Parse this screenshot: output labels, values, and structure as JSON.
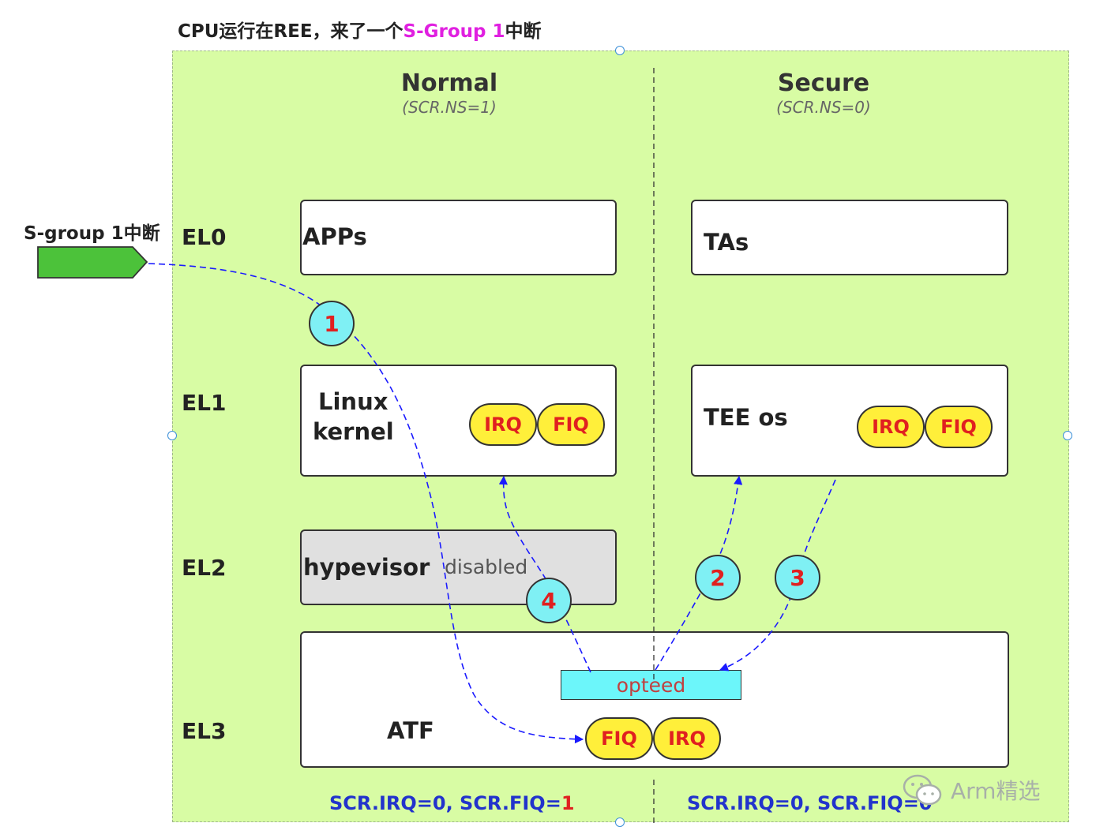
{
  "title": {
    "prefix": "CPU运行在REE，来了一个",
    "accent": "S-Group 1",
    "suffix": "中断"
  },
  "columns": {
    "normal": {
      "label": "Normal",
      "sub": "(SCR.NS=1)"
    },
    "secure": {
      "label": "Secure",
      "sub": "(SCR.NS=0)"
    }
  },
  "levels": {
    "el0": "EL0",
    "el1": "EL1",
    "el2": "EL2",
    "el3": "EL3"
  },
  "boxes": {
    "apps": "APPs",
    "tas": "TAs",
    "linux_kernel_line1": "Linux",
    "linux_kernel_line2": "kernel",
    "tee_os": "TEE os",
    "hypervisor": "hypevisor",
    "hypervisor_status": "disabled",
    "atf": "ATF",
    "opteed": "opteed"
  },
  "pills": {
    "kernel_irq": "IRQ",
    "kernel_fiq": "FIQ",
    "tee_irq": "IRQ",
    "tee_fiq": "FIQ",
    "atf_fiq": "FIQ",
    "atf_irq": "IRQ"
  },
  "steps": {
    "s1": "1",
    "s2": "2",
    "s3": "3",
    "s4": "4"
  },
  "interrupt_source": {
    "label": "S-group 1中断"
  },
  "scr": {
    "normal_prefix": "SCR.IRQ=0,  SCR.FIQ=",
    "normal_fiq_value": "1",
    "secure": "SCR.IRQ=0,  SCR.FIQ=0"
  },
  "watermark": "Arm精选",
  "colors": {
    "panel_bg": "#d8fca4",
    "pill_bg": "#ffef3a",
    "step_bg": "#7ff0f4",
    "arrow": "#1a1aff",
    "accent": "#e020e0",
    "scr_text": "#2233cc"
  }
}
